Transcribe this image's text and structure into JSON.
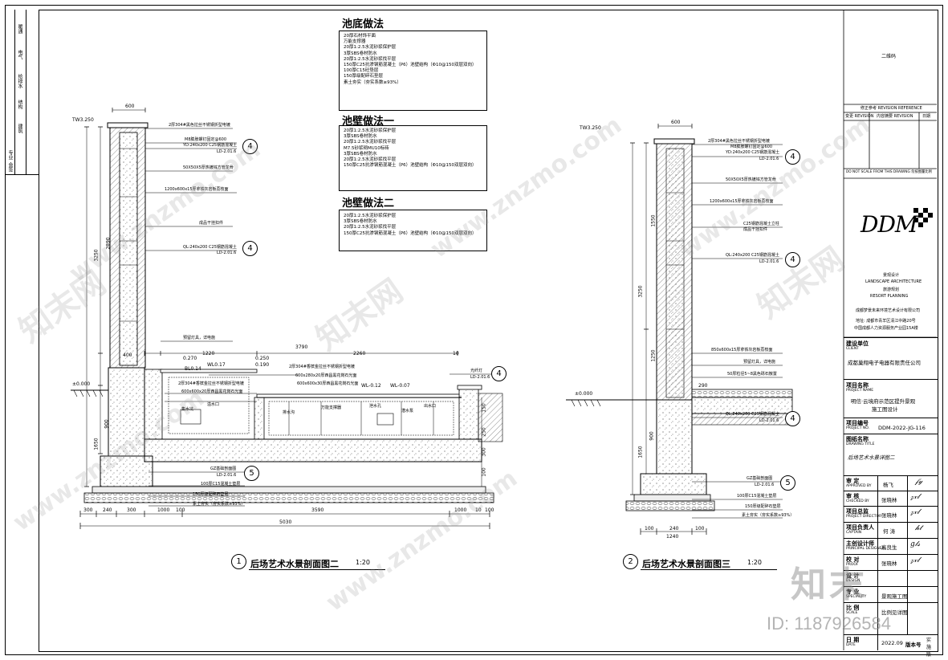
{
  "stamp_column": [
    "暖通",
    "电气",
    "给排水",
    "结构",
    "建筑",
    "专业",
    "会签"
  ],
  "notes": [
    {
      "title": "池底做法",
      "lines": [
        "20厚石材饰平面",
        "万能支撑器",
        "20厚1:2.5水泥砂浆保护层",
        "3厚SBS卷材防水",
        "20厚1:2.5水泥砂浆找平层",
        "150厚C25抗渗钢筋混凝土（P6）池壁结构（Φ10@150双层双向）",
        "100厚C15砼垫层",
        "150厚级配碎石垫层",
        "素土夯实（夯实系数≥93%）"
      ]
    },
    {
      "title": "池壁做法一",
      "lines": [
        "20厚1:2.5水泥砂浆保护层",
        "3厚SBS卷材防水",
        "20厚1:2.5水泥砂浆找平层",
        "M7.5砂浆砌MU10标砖",
        "3厚SBS卷材防水",
        "20厚1:2.5水泥砂浆找平层",
        "150厚C25抗渗钢筋混凝土（P6）池壁结构（Φ10@150双层双向）"
      ]
    },
    {
      "title": "池壁做法二",
      "lines": [
        "20厚1:2.5水泥砂浆保护层",
        "3厚SBS卷材防水",
        "20厚1:2.5水泥砂浆找平层",
        "150厚C25抗渗钢筋混凝土（P6）池壁结构（Φ10@150双层双向）"
      ]
    }
  ],
  "section1": {
    "number": "1",
    "title": "后场艺术水景剖面图二",
    "scale": "1:20",
    "labels": {
      "tw": "TW3.250",
      "top_dim": "600",
      "cap": "2厚304#黑色拉丝不锈钢折型电镀",
      "bolt": "M8膨胀螺钉固定@600",
      "yd": "YD:240x200 C25钢筋混凝土",
      "ld1": "LD-2.01.6",
      "pipe": "50X50X5厚热镀锌方管龙骨",
      "panel": "1200x600x15厚拿铁灰岩板荔枝面",
      "hanger": "成品干挂扣件",
      "ql": "QL:240x200 C25钢筋混凝土",
      "ld2": "LD-2.01.6",
      "light": "预留灯具，详电施",
      "d3790": "3790",
      "d0270": "0.270",
      "d1220": "1220",
      "d2260": "2260",
      "d10": "10",
      "bl": "BL0.14",
      "wl017": "WL0.17",
      "d0190": "0.190",
      "d0250": "0.250",
      "steel": "2厚304#香槟金拉丝不锈钢折型电镀",
      "granite": "600x280x20厚西昌黑花岗石光面",
      "steel2": "2厚304#香槟金拉丝不锈钢折型电镀",
      "stone2": "600x600x20厚西昌黑花岗石光面",
      "stone3": "600x600x30厚西昌黑花岗石光面",
      "wlm012": "WL-0.12",
      "wlm007": "WL-0.07",
      "sink": "集水坑",
      "overflow": "溢水口",
      "gutter": "排水沟",
      "drain": "泄水孔",
      "pump": "潜水泵",
      "outlet": "出水口",
      "tray": "万能支撑器",
      "light2": "光纤灯",
      "ld3": "LD-2.01.6",
      "pm": "±0.000",
      "d400": "400",
      "d3250": "3250",
      "d2890": "2890",
      "d900": "900",
      "d1650": "1650",
      "d150a": "150",
      "d250": "250",
      "d300": "300",
      "d100": "100",
      "gz": "GZ基础剖面图",
      "ld4": "LD-2.01.6",
      "c15": "100厚C15混凝土垫层",
      "gravel": "150厚级配碎石垫层",
      "soil": "素土夯实（夯实系数≥93%）",
      "d5030": "5030",
      "d3590": "3590",
      "b300": "300",
      "b240": "240",
      "b1000": "1000",
      "b100": "100",
      "b10": "10",
      "b100b": "100"
    }
  },
  "section2": {
    "number": "2",
    "title": "后场艺术水景剖面图三",
    "scale": "1:20",
    "labels": {
      "tw": "TW3.250",
      "top_dim": "600",
      "cap": "2厚304#黑色拉丝不锈钢折型电镀",
      "bolt": "M8膨胀螺钉固定@600",
      "yd": "YD:240x200 C25钢筋混凝土",
      "ld1": "LD-2.01.6",
      "pipe": "50X50X5厚热镀锌方管龙骨",
      "panel": "1200x600x15厚拿铁灰岩板荔枝面",
      "col": "C25钢筋混凝土立柱",
      "hanger": "成品干挂扣件",
      "ql": "QL:240x200 C25钢筋混凝土",
      "ld2": "LD-2.01.6",
      "panel2": "850x600x15厚拿铁灰岩板荔枝面",
      "light": "预留灯具，详电施",
      "stone": "50厚粒径5~8黑色砾石散置",
      "d290": "290",
      "ql2": "QL:240x200 C25钢筋混凝土",
      "ld3": "LD-2.01.6",
      "pm": "±0.000",
      "d1550": "1550",
      "d3250": "3250",
      "d1250": "1250",
      "d1650": "1650",
      "d900": "900",
      "gz": "GZ基础剖面图",
      "ld4": "LD-2.01.6",
      "c15": "100厚C15混凝土垫层",
      "gravel": "150厚级配碎石垫层",
      "soil": "素土夯实（夯实系数≥93%）",
      "d1240": "1240",
      "b100": "100",
      "b240": "240"
    }
  },
  "title_block": {
    "qr": "二维码",
    "rev_title": "修正参考  REVISION REFERENCE",
    "rev_cols": [
      "变更 REVISION",
      "内容摘要 REVISION",
      "日期"
    ],
    "scale_note": "DO NOT SCALE FROM THIS DRAWING   勿按图量比例",
    "logo": "DDM",
    "firm_lines": [
      "景观设计",
      "LANDSCAPE ARCHITECTURE",
      "旅游规划",
      "RESORT PLANNING"
    ],
    "company": "成都梦景未来环境艺术设计有限公司",
    "addr1": "地址: 成都市青羊区清江中路20号",
    "addr2": "中国成都人力资源服务产业园15A楼",
    "client_label": "建设单位",
    "client_en": "CLIENT",
    "client": "成都巢翔电子电器有限责任公司",
    "project_label": "项目名称",
    "project_en": "PROJECT NAME",
    "project1": "明信·云境府示范区提升景观",
    "project2": "施工图设计",
    "projno_label": "项目编号",
    "projno_en": "PROJECT NO.",
    "projno": "DDM-2022-JG-116",
    "dwg_label": "图纸名称",
    "dwg_en": "DRAWING TITLE",
    "dwg": "后场艺术水景详图二",
    "approved_label": "审  定",
    "approved_en": "APPROVED BY",
    "approved": "杨飞",
    "checked_label": "审  核",
    "checked_en": "CHECKED BY",
    "checked": "张晓林",
    "pd_label": "项目总监",
    "pd_en": "PROJECT DIRECTOR",
    "pd": "张晓林",
    "cap_label": "项目负责人",
    "cap_en": "CAPTAIN",
    "cap": "何 涛",
    "principal_label": "主创设计师",
    "principal_en": "PRINCIPAL DESIGNER",
    "principal": "高良生",
    "proof_label": "校  对",
    "proof_en": "PROOF",
    "proof": "张晓林",
    "design_label": "设  计",
    "design_en": "DESIGN",
    "spec_label": "专  业",
    "spec_en": "SPECIALITY",
    "spec": "景观施工图",
    "scale_label": "比  例",
    "scale_en": "SCALE",
    "scale": "比例见详图",
    "date_label": "日  期",
    "date_en": "DATE",
    "date": "2022.09",
    "ver_label": "版本号",
    "ver": "实施版"
  },
  "watermark": {
    "brand": "知末",
    "id": "ID: 1187926584",
    "url": "www.znzmo.com",
    "cn": "知末网"
  }
}
